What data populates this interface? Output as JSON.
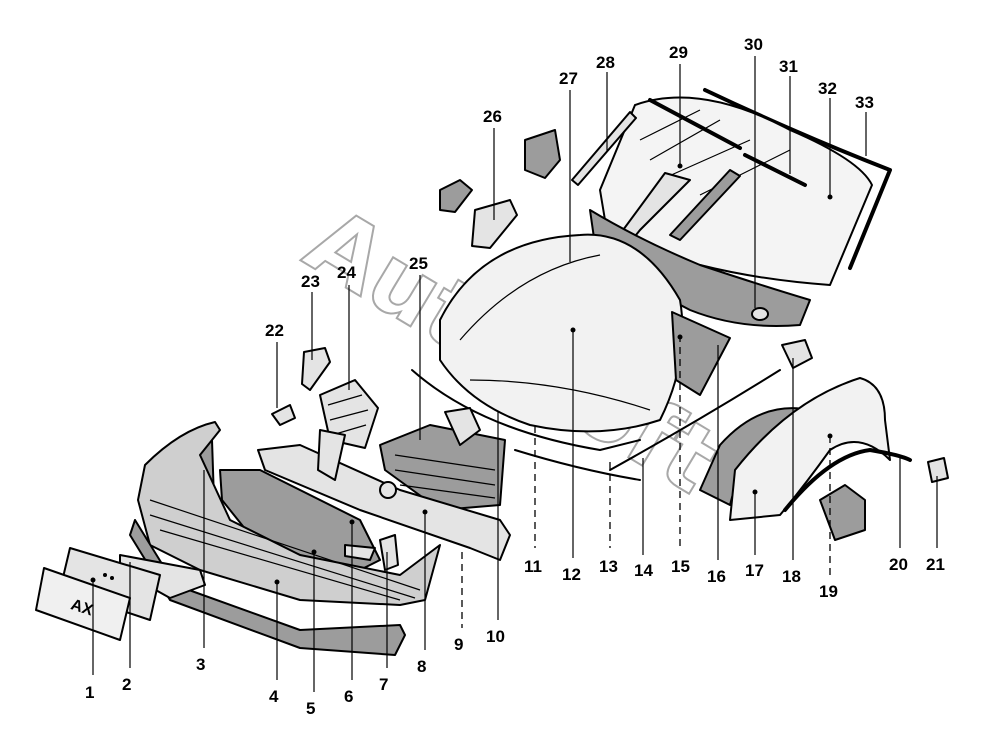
{
  "watermark": "AutoSoft",
  "plate_text": "AX",
  "labels": {
    "p1": "1",
    "p2": "2",
    "p3": "3",
    "p4": "4",
    "p5": "5",
    "p6": "6",
    "p7": "7",
    "p8": "8",
    "p9": "9",
    "p10": "10",
    "p11": "11",
    "p12": "12",
    "p13": "13",
    "p14": "14",
    "p15": "15",
    "p16": "16",
    "p17": "17",
    "p18": "18",
    "p19": "19",
    "p20": "20",
    "p21": "21",
    "p22": "22",
    "p23": "23",
    "p24": "24",
    "p25": "25",
    "p26": "26",
    "p27": "27",
    "p28": "28",
    "p29": "29",
    "p30": "30",
    "p31": "31",
    "p32": "32",
    "p33": "33"
  }
}
